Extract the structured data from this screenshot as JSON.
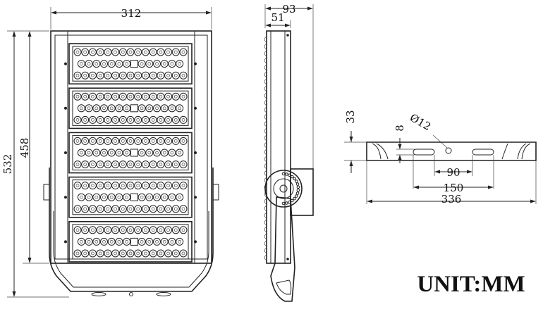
{
  "front_view": {
    "width_label": "312",
    "total_height_label": "532",
    "body_height_label": "458",
    "module_count": 5,
    "leds_per_module": 44
  },
  "side_view": {
    "depth_label": "93",
    "body_depth_label": "51"
  },
  "bracket_view": {
    "height_label": "33",
    "slot_width_label": "8",
    "hole_label": "Ø12",
    "inner_span_label": "90",
    "slot_span_label": "150",
    "total_length_label": "336"
  },
  "unit_label": "UNIT:MM"
}
